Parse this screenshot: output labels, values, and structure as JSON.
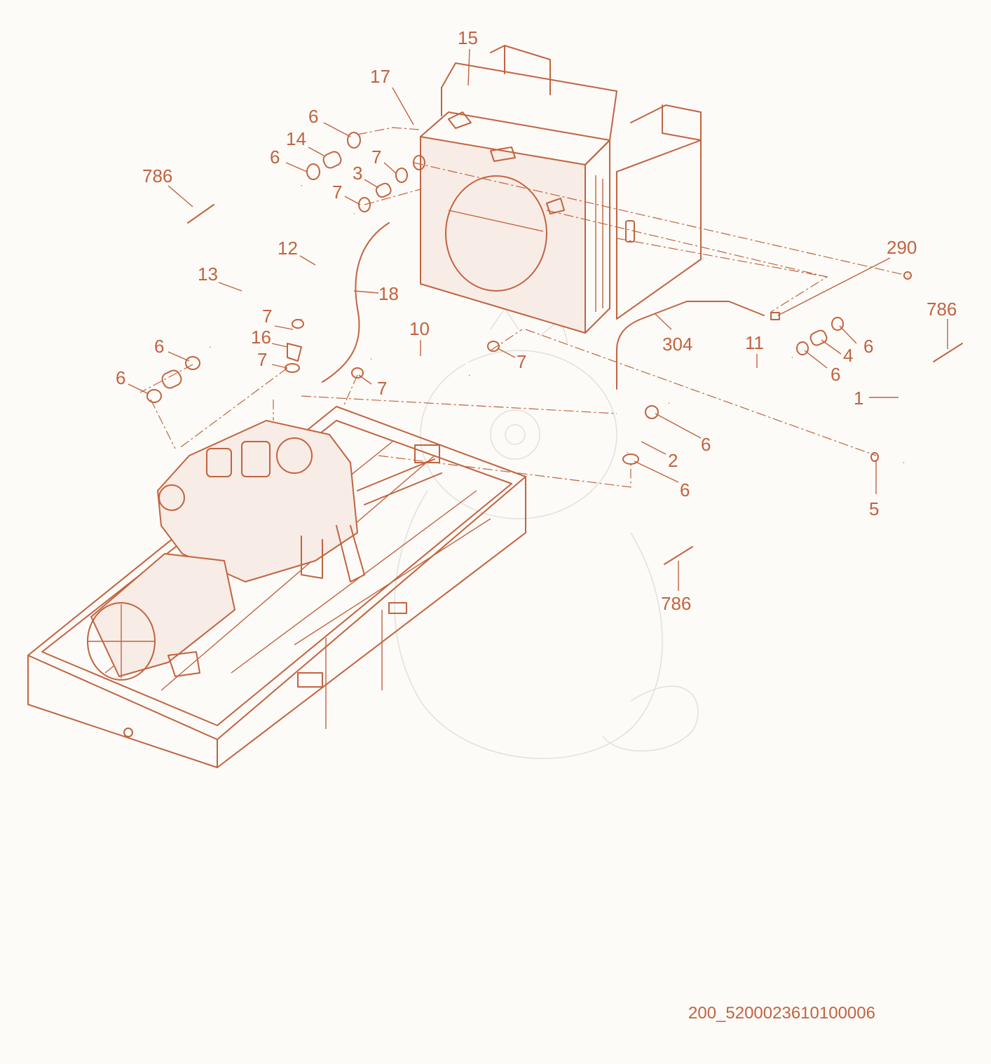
{
  "diagram": {
    "drawing_code": "200_5200023610100006",
    "callouts": [
      "15",
      "17",
      "6",
      "14",
      "6",
      "7",
      "3",
      "7",
      "786",
      "12",
      "13",
      "18",
      "7",
      "16",
      "6",
      "7",
      "6",
      "10",
      "7",
      "7",
      "290",
      "304",
      "786",
      "11",
      "6",
      "4",
      "6",
      "1",
      "6",
      "2",
      "6",
      "5",
      "786"
    ],
    "colors": {
      "line": "#c2633f",
      "background": "#fcfbf8",
      "watermark": "#e4e0d9"
    }
  }
}
